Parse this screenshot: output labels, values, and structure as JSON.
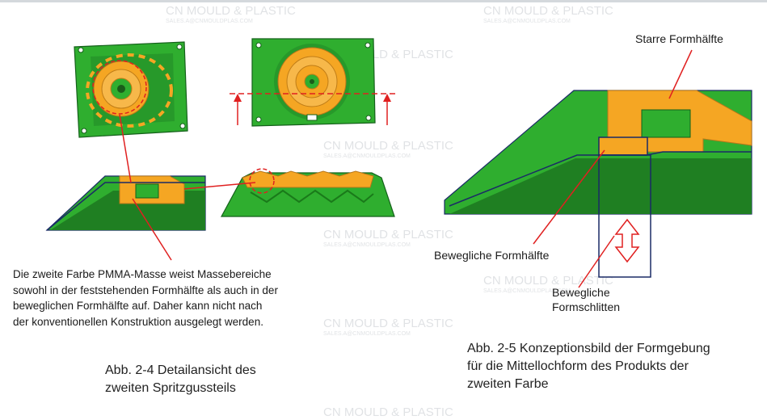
{
  "figure_left": {
    "description": "Die zweite Farbe PMMA-Masse weist Massebereiche\nsowohl in der feststehenden Formhälfte als auch in der\nbeweglichen Formhälfte auf. Daher kann nicht nach\nder konventionellen Konstruktion ausgelegt werden.",
    "caption": "Abb. 2-4 Detailansicht des\nzweiten Spritzgussteils"
  },
  "figure_right": {
    "label_fixed_half": "Starre Formhälfte",
    "label_moving_half": "Bewegliche Formhälfte",
    "label_slide": "Bewegliche\nFormschlitten",
    "caption": "Abb. 2-5 Konzeptionsbild der Formgebung\nfür die Mittellochform des Produkts der\nzweiten Farbe"
  },
  "watermark": {
    "brand": "CN MOULD & PLASTIC",
    "email": "SALES.A@CNMOULDPLAS.COM"
  },
  "colors": {
    "part_green": "#2fae2f",
    "dark_green": "#1f7f22",
    "orange_second_shot": "#f5a623",
    "leader_red": "#e02020",
    "outline_navy": "#1a2a66"
  }
}
